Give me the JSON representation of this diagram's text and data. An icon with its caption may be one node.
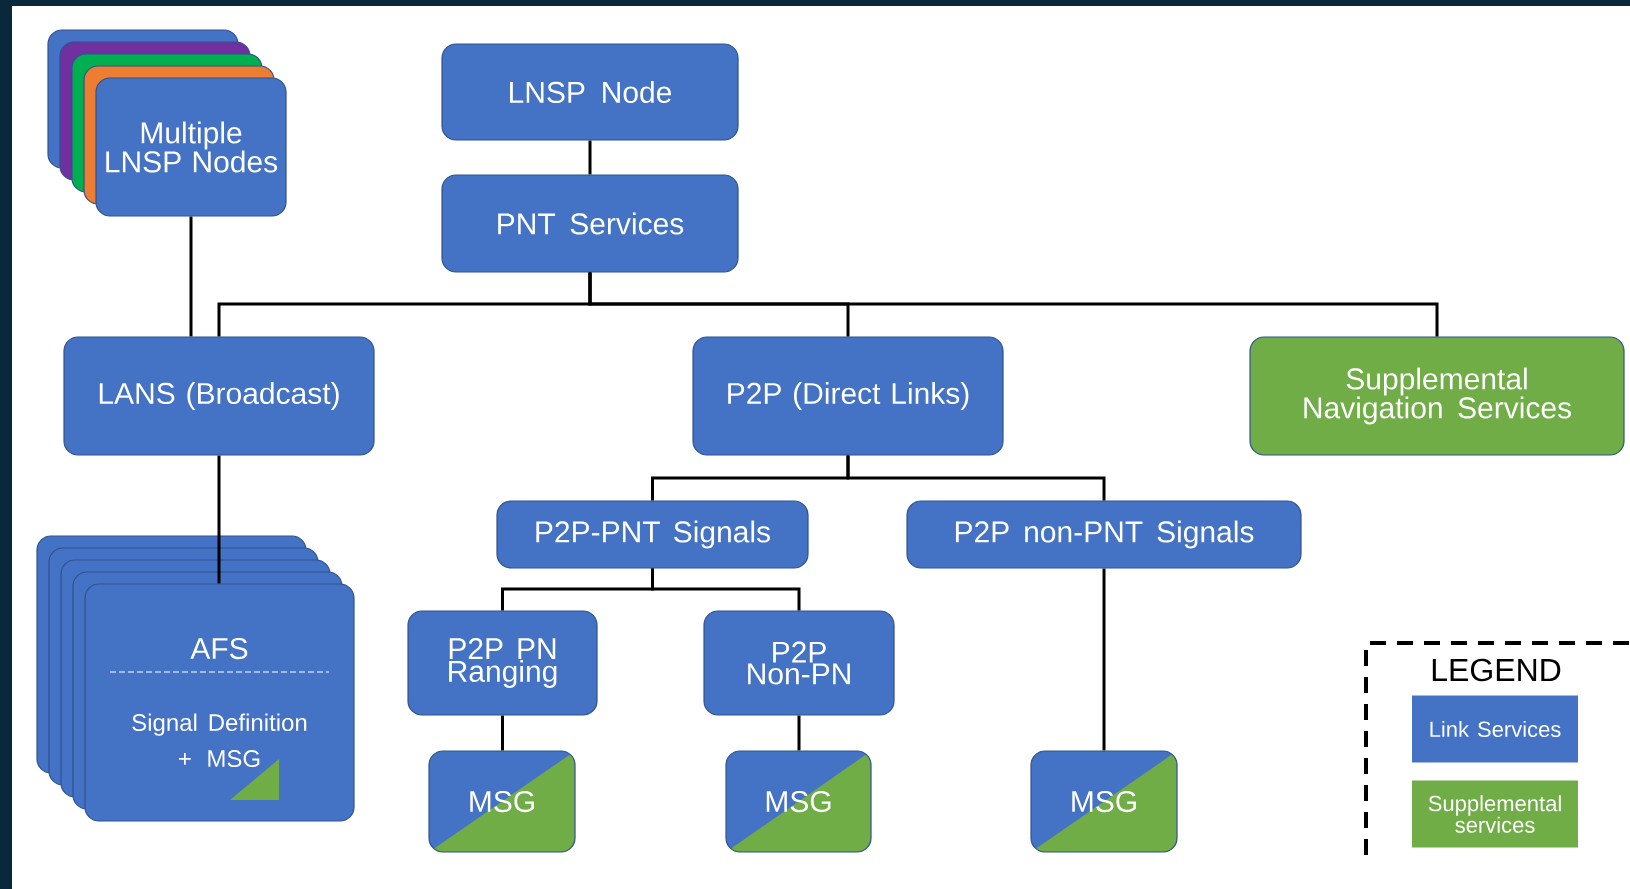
{
  "diagram": {
    "nodes": [
      {
        "text": [
          "Multiple LNSP Nodes"
        ]
      },
      {
        "text": [
          "LNSP Node"
        ]
      },
      {
        "text": [
          "PNT Services"
        ]
      },
      {
        "text": [
          "LANS (Broadcast)"
        ]
      },
      {
        "text": [
          "P2P (Direct Links)"
        ]
      },
      {
        "text": [
          "Supplemental Navigation Services"
        ]
      },
      {
        "text": [
          "P2P-PNT Signals"
        ]
      },
      {
        "text": [
          "P2P non-PNT Signals"
        ]
      },
      {
        "text": [
          "AFS",
          "Signal Definition + MSG"
        ]
      },
      {
        "text": [
          "P2P PN Ranging"
        ]
      },
      {
        "text": [
          "P2P Non-PN"
        ]
      },
      {
        "text": [
          "MSG"
        ]
      },
      {
        "text": [
          "MSG"
        ]
      },
      {
        "text": [
          "MSG"
        ]
      }
    ],
    "edges": [
      {
        "from": 1,
        "to": 2,
        "arrow": "none"
      },
      {
        "from": 2,
        "to": 3,
        "arrow": "none"
      },
      {
        "from": 2,
        "to": 4,
        "arrow": "none"
      },
      {
        "from": 2,
        "to": 5,
        "arrow": "none"
      },
      {
        "from": 0,
        "to": 3,
        "arrow": "none"
      },
      {
        "from": 3,
        "to": 8,
        "arrow": "none"
      },
      {
        "from": 4,
        "to": 6,
        "arrow": "none"
      },
      {
        "from": 4,
        "to": 7,
        "arrow": "none"
      },
      {
        "from": 6,
        "to": 9,
        "arrow": "none"
      },
      {
        "from": 6,
        "to": 10,
        "arrow": "none"
      },
      {
        "from": 9,
        "to": 11,
        "arrow": "none"
      },
      {
        "from": 10,
        "to": 12,
        "arrow": "none"
      },
      {
        "from": 7,
        "to": 13,
        "arrow": "none"
      }
    ],
    "labels": [
      "LEGEND"
    ],
    "legend": [
      {
        "text": "Link Services",
        "color": "#4472c4"
      },
      {
        "text": "Supplemental services",
        "color": "#70ad47"
      }
    ]
  }
}
